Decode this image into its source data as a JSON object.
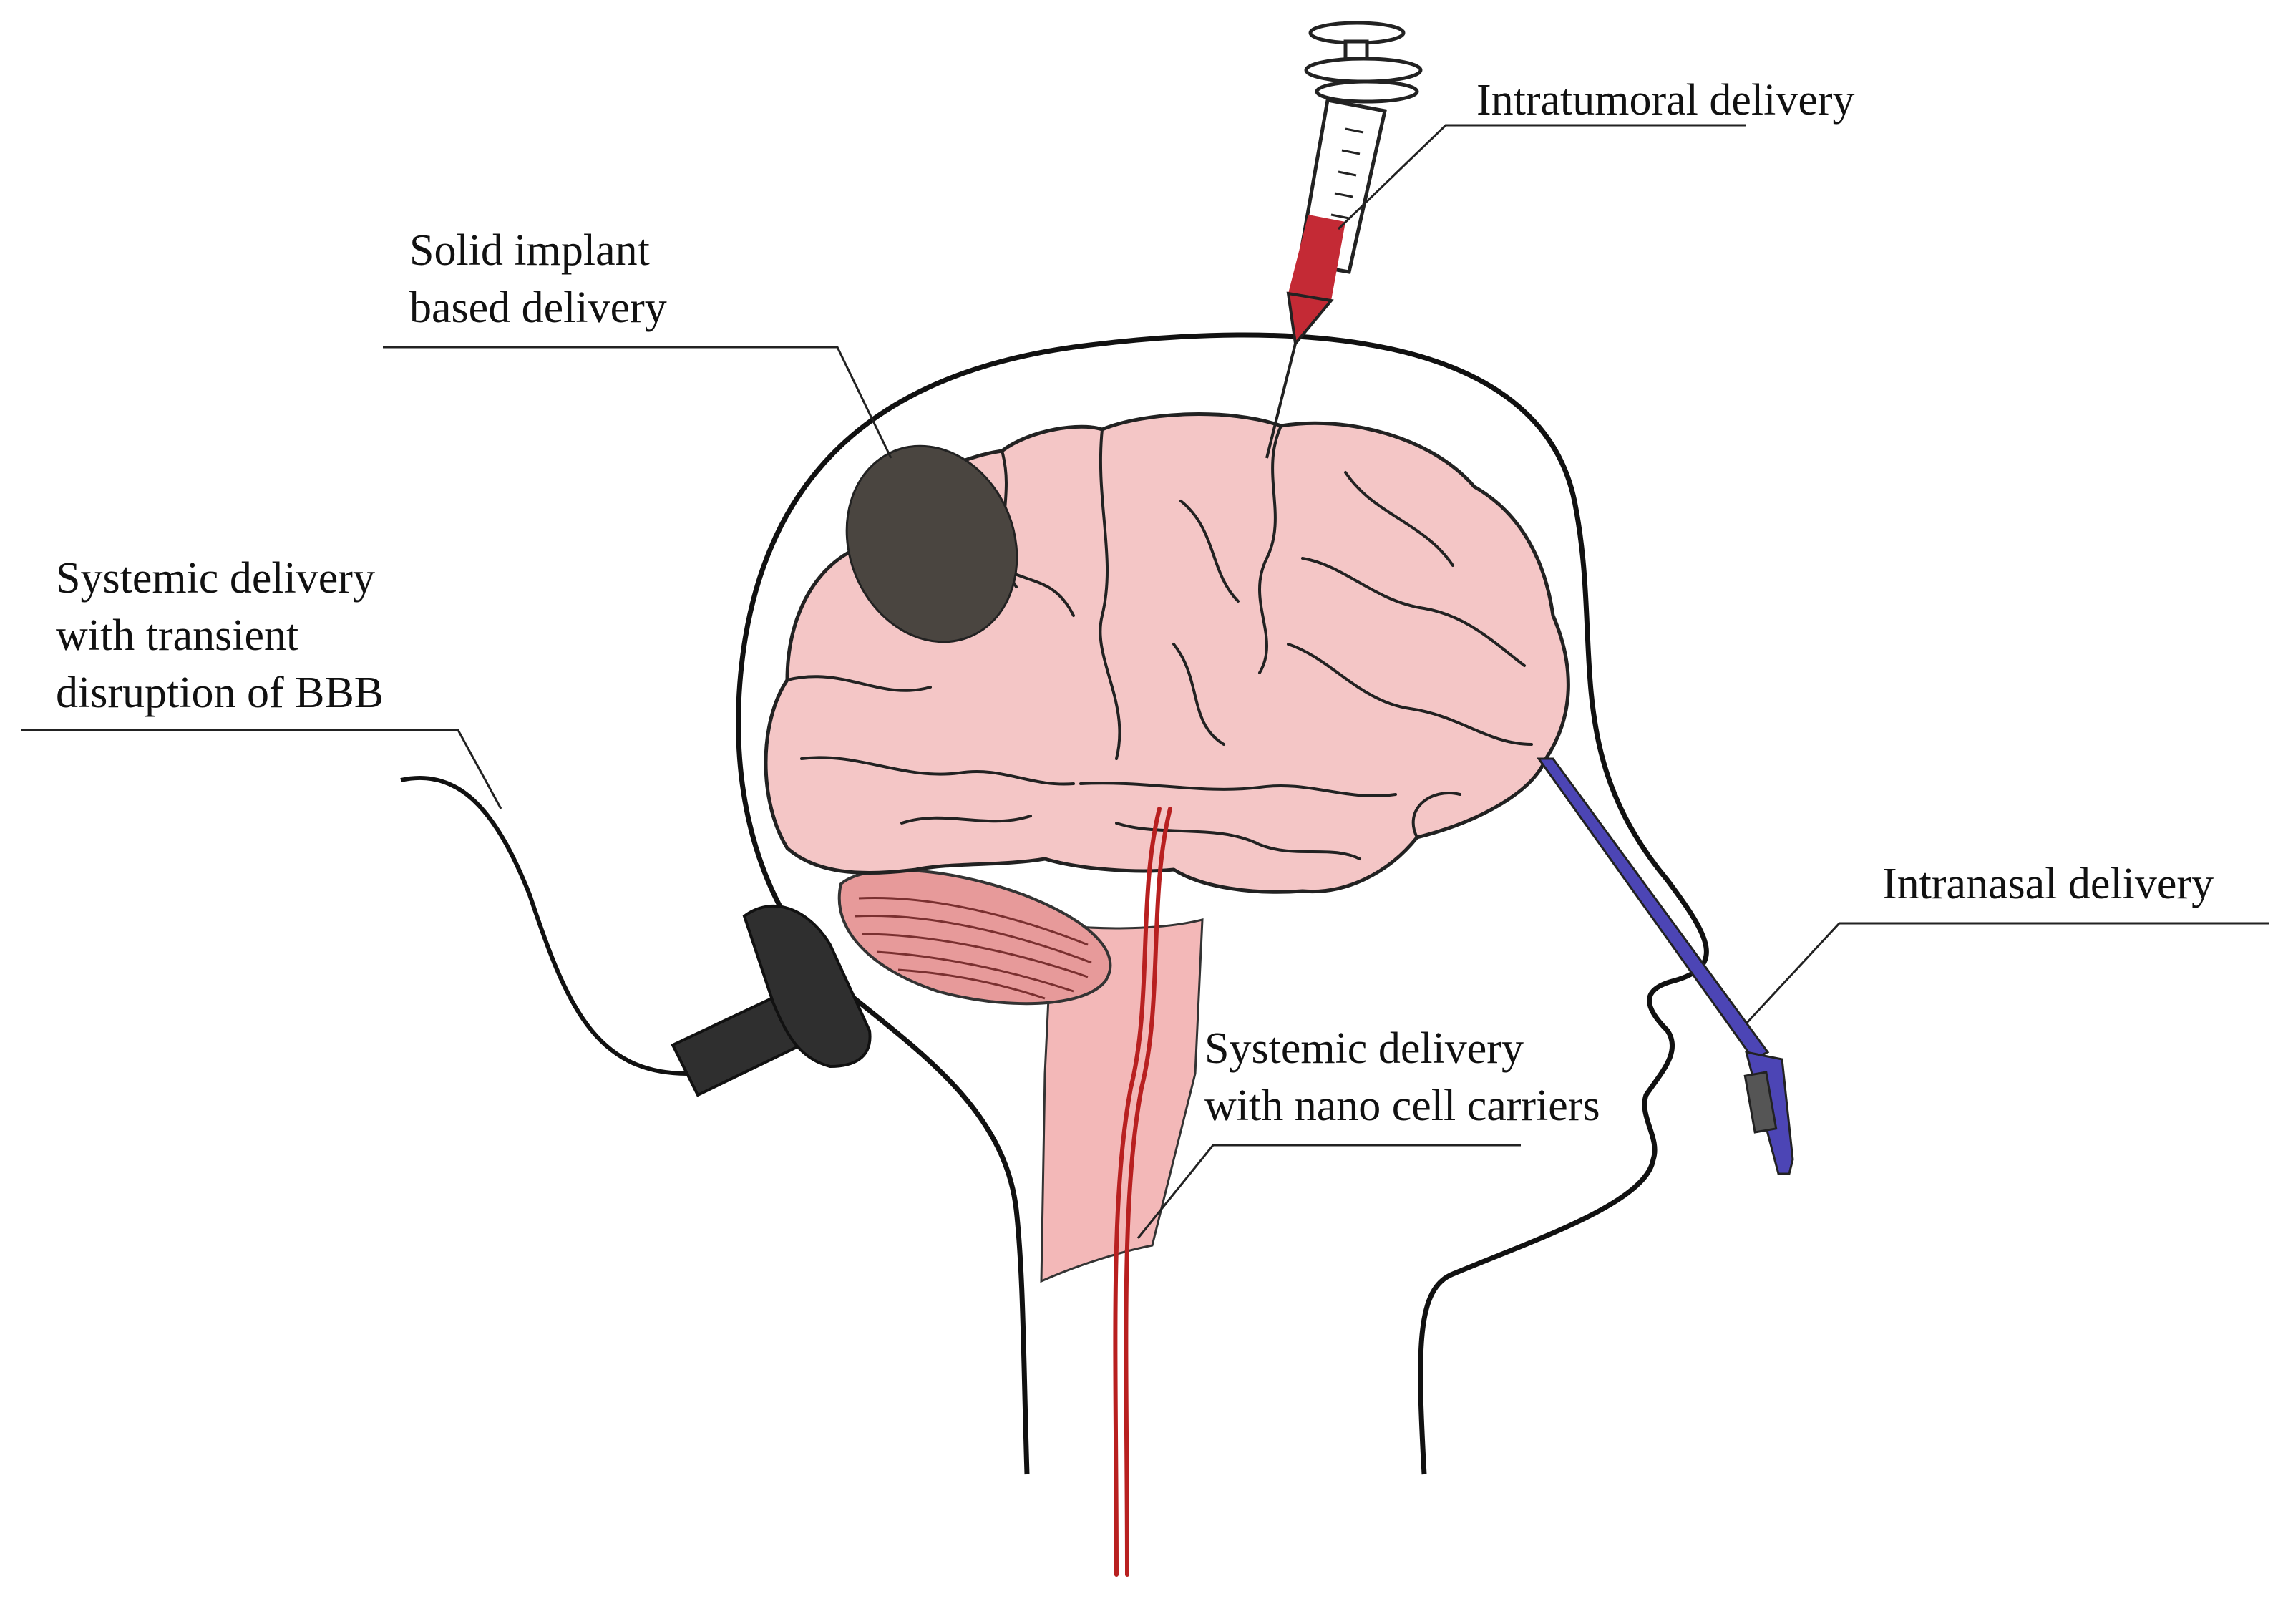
{
  "labels": {
    "intratumoral": {
      "line1": "Intratumoral delivery"
    },
    "implant": {
      "line1": "Solid implant",
      "line2": "based delivery"
    },
    "systemic_bbb": {
      "line1": "Systemic delivery",
      "line2": "with transient",
      "line3": "disruption of BBB"
    },
    "intranasal": {
      "line1": "Intranasal delivery"
    },
    "systemic_nano": {
      "line1": "Systemic delivery",
      "line2": "with nano cell carriers"
    }
  },
  "colors": {
    "brain_fill": "#f4c6c6",
    "cerebellum_fill": "#e79a9a",
    "brainstem_fill": "#f3b8b8",
    "implant_fill": "#4a4540",
    "syringe_liquid": "#c42a35",
    "nasal_device": "#4c45b5",
    "vessel": "#b82020",
    "ultrasound_probe": "#2f2f2f"
  }
}
